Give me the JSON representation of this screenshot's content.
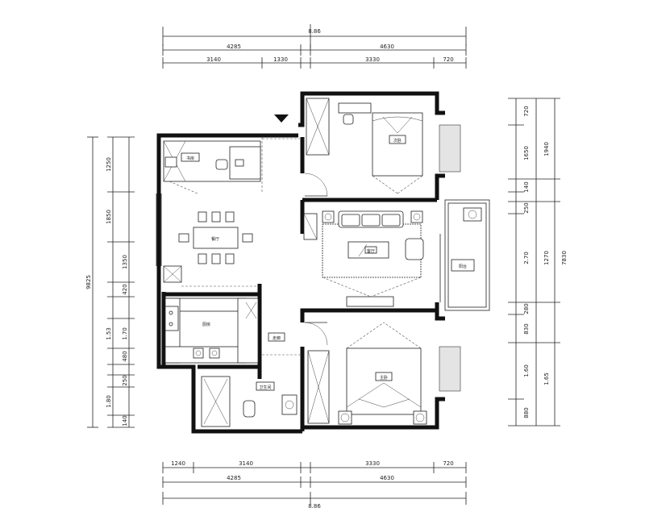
{
  "dims": {
    "top_total": "8.86",
    "top_row2": [
      "4285",
      "4630"
    ],
    "top_row3": [
      "3140",
      "1330",
      "3330",
      "720"
    ],
    "bottom_row1": [
      "1240",
      "3140",
      "3330",
      "720"
    ],
    "bottom_row2": [
      "4285",
      "4630"
    ],
    "bottom_total": "8.86",
    "left_total": "9825",
    "left_segments": [
      "1250",
      "1850",
      "1350",
      "420",
      "1.53",
      "1.70",
      "480",
      "250",
      "1.80",
      "140"
    ],
    "right_segments": [
      "720",
      "1650",
      "140",
      "250",
      "2.70",
      "280",
      "830",
      "1.60",
      "880"
    ],
    "right_col2": [
      "1940",
      "1270",
      "1.65"
    ],
    "right_total": "7830"
  },
  "rooms": {
    "study": "书房",
    "dining": "餐厅",
    "kitchen": "厨房",
    "bath": "卫生间",
    "corridor": "走廊",
    "living": "客厅",
    "bedroom2": "次卧",
    "master": "主卧",
    "balcony": "阳台"
  },
  "icons": {
    "entry": "entry-arrow-icon",
    "compass": "north-arrow-icon"
  }
}
